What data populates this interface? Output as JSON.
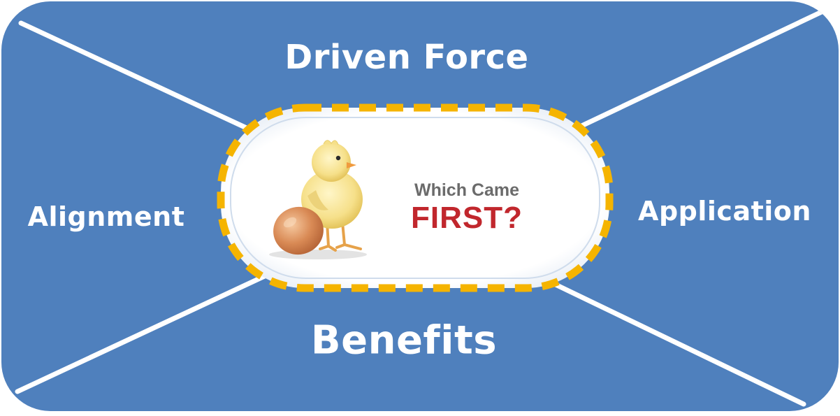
{
  "diagram": {
    "colors": {
      "panel": "#4f80bd",
      "divider": "#ffffff",
      "center_fill": "#ffffff",
      "center_border": "#f5b400",
      "text": "#ffffff",
      "sub_text": "#6b6b6b",
      "main_text": "#c1272d"
    },
    "labels": {
      "top": "Driven Force",
      "left": "Alignment",
      "right": "Application",
      "bottom": "Benefits"
    },
    "center": {
      "line1": "Which Came",
      "line2": "FIRST?",
      "illustration": "chick-and-egg-illustration"
    }
  }
}
